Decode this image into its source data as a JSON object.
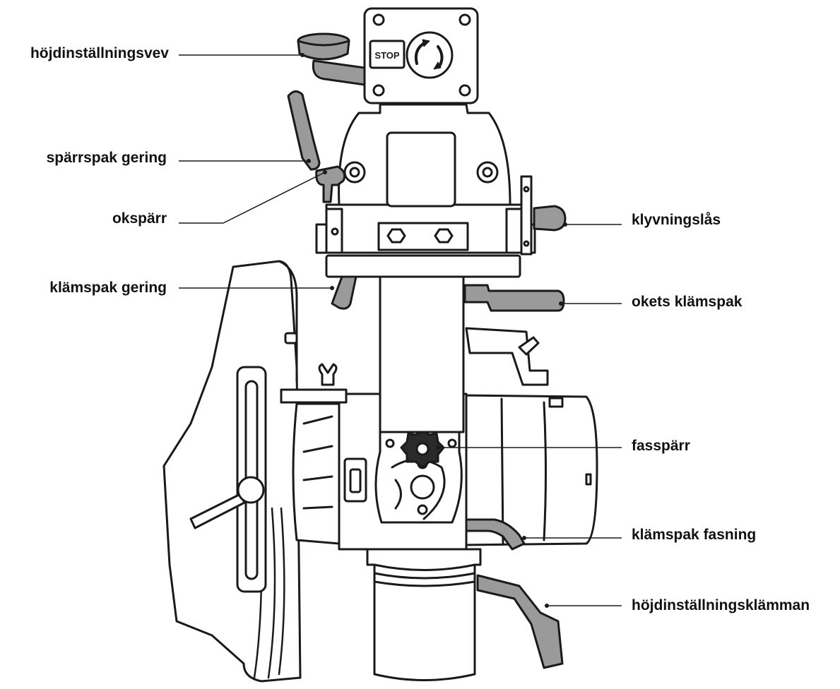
{
  "colors": {
    "outline": "#1a1a1a",
    "part_fill": "#ffffff",
    "handle_fill": "#9a9a9a",
    "knob_fill": "#2a2a2a",
    "label_text": "#111111"
  },
  "switch": {
    "stop_label": "STOP"
  },
  "labels": {
    "hojdinstallningsvev": "höjdinställningsvev",
    "sparrspak_gering": "spärrspak gering",
    "oksparr": "okspärr",
    "klamspak_gering": "klämspak gering",
    "klyvningslas": "klyvningslås",
    "okets_klamspak": "okets klämspak",
    "fassparr": "fasspärr",
    "klamspak_fasning": "klämspak fasning",
    "hojdinstallningsklamman": "höjdinställningsklämman"
  }
}
